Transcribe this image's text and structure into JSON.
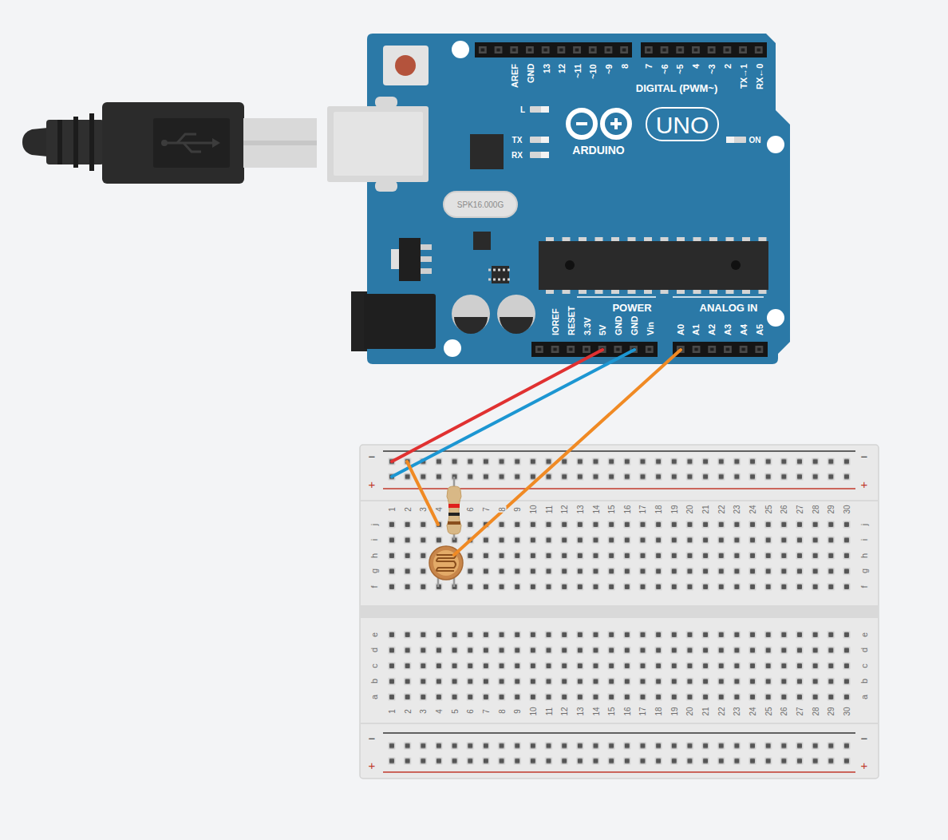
{
  "diagram": {
    "labels": [
      "AREF",
      "GND",
      "13",
      "12",
      "~11",
      "~10",
      "~9",
      "8",
      "7",
      "~6",
      "~5",
      "4",
      "~3",
      "2",
      "TX→1",
      "RX←0",
      "DIGITAL (PWM~)",
      "L",
      "TX",
      "RX",
      "ARDUINO",
      "UNO",
      "ON",
      "SPK16.000G",
      "POWER",
      "ANALOG IN",
      "IOREF",
      "RESET",
      "3.3V",
      "5V",
      "GND",
      "GND",
      "Vin",
      "A0",
      "A1",
      "A2",
      "A3",
      "A4",
      "A5",
      "−",
      "−",
      "+",
      "+",
      "1",
      "2",
      "3",
      "4",
      "6",
      "7",
      "8",
      "9",
      "10",
      "11",
      "12",
      "13",
      "14",
      "15",
      "16",
      "17",
      "18",
      "19",
      "20",
      "21",
      "22",
      "23",
      "24",
      "25",
      "26",
      "27",
      "28",
      "29",
      "30",
      "j",
      "i",
      "h",
      "g",
      "f",
      "j",
      "i",
      "h",
      "g",
      "f",
      "e",
      "d",
      "c",
      "b",
      "a",
      "e",
      "d",
      "c",
      "b",
      "a",
      "1",
      "2",
      "3",
      "4",
      "5",
      "6",
      "7",
      "8",
      "9",
      "10",
      "11",
      "12",
      "13",
      "14",
      "15",
      "16",
      "17",
      "18",
      "19",
      "20",
      "21",
      "22",
      "23",
      "24",
      "25",
      "26",
      "27",
      "28",
      "29",
      "30",
      "−",
      "−",
      "+",
      "+"
    ]
  }
}
